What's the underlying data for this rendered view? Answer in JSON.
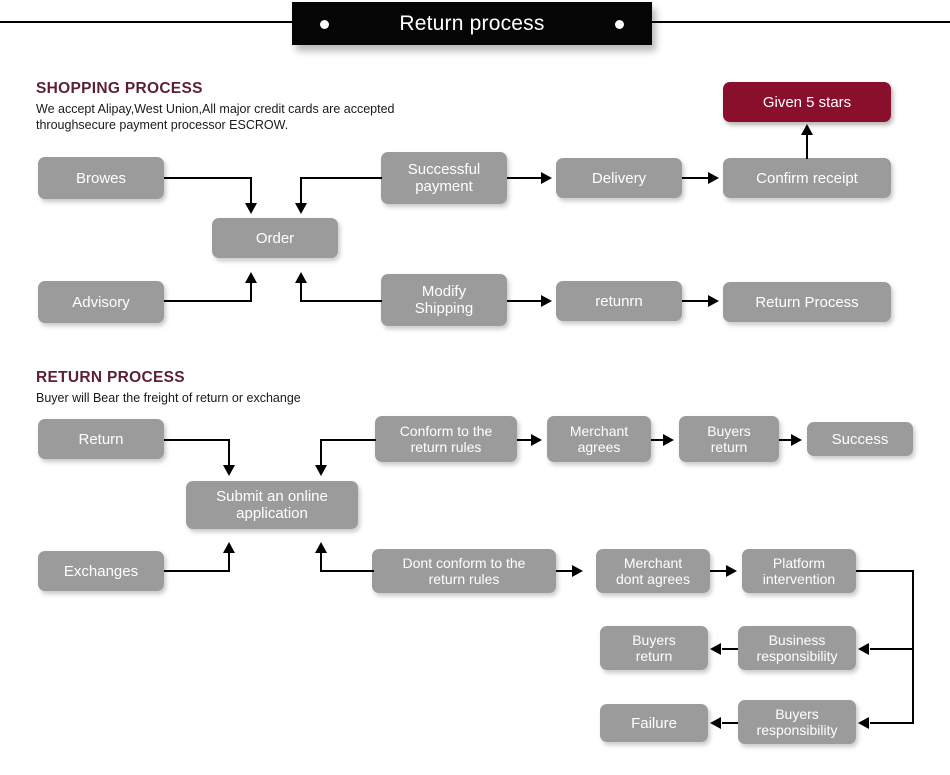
{
  "banner": {
    "title": "Return process",
    "dot_left": "banner-dot-left",
    "dot_right": "banner-dot-right"
  },
  "shopping": {
    "heading": "SHOPPING PROCESS",
    "description": "We accept Alipay,West Union,All major credit cards are accepted\nthroughsecure payment processor ESCROW.",
    "nodes": {
      "browes": "Browes",
      "order": "Order",
      "advisory": "Advisory",
      "successful_payment": "Successful\npayment",
      "delivery": "Delivery",
      "confirm_receipt": "Confirm receipt",
      "given_5_stars": "Given 5 stars",
      "modify_shipping": "Modify\nShipping",
      "returnn": "retunrn",
      "return_process": "Return Process"
    }
  },
  "retproc": {
    "heading": "RETURN PROCESS",
    "description": "Buyer will Bear the freight of return or exchange",
    "nodes": {
      "return": "Return",
      "submit_application": "Submit an online\napplication",
      "exchanges": "Exchanges",
      "conform_rules": "Conform to the\nreturn rules",
      "merchant_agrees": "Merchant\nagrees",
      "buyers_return_top": "Buyers\nreturn",
      "success": "Success",
      "dont_conform_rules": "Dont conform to the\nreturn rules",
      "merchant_dont_agrees": "Merchant\ndont agrees",
      "platform_intervention": "Platform\nintervention",
      "business_responsibility": "Business\nresponsibility",
      "buyers_return_mid": "Buyers\nreturn",
      "buyers_responsibility": "Buyers\nresponsibility",
      "failure": "Failure"
    }
  },
  "colors": {
    "box_gray": "#9b9b9b",
    "box_accent": "#8a0f2c",
    "heading": "#5d1f33",
    "banner_bg": "#050505",
    "connector": "#000000"
  }
}
